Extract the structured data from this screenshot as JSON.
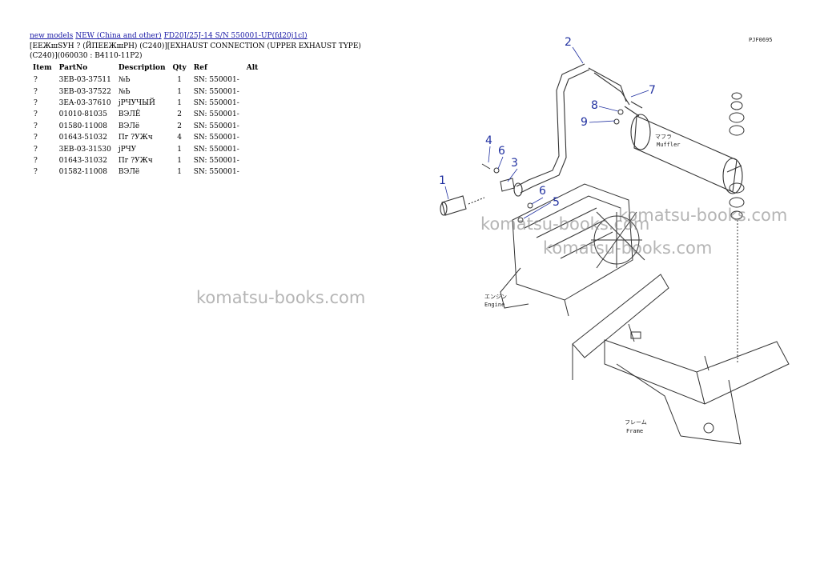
{
  "breadcrumb": {
    "links": [
      "new models",
      "NEW (China and other)",
      "FD20J/25J-14 S/N 550001-UP(fd20j1cl)"
    ]
  },
  "title_line1": "[ЕЕЖшSУН ? (ЙПЕЕЖшРН) (С240)][EXHAUST CONNECTION (UPPER EXHAUST TYPE)",
  "title_line2": "(C240)](060030 : B4110-11P2)",
  "table": {
    "headers": [
      "Item",
      "PartNo",
      "Description",
      "Qty",
      "Ref",
      "Alt"
    ],
    "rows": [
      {
        "item": "?",
        "part": "3EB-03-37511",
        "desc": "№Ь",
        "qty": "1",
        "ref": "SN: 550001-",
        "alt": ""
      },
      {
        "item": "?",
        "part": "3EB-03-37522",
        "desc": "№Ь",
        "qty": "1",
        "ref": "SN: 550001-",
        "alt": ""
      },
      {
        "item": "?",
        "part": "3EA-03-37610",
        "desc": "јРЧУЧЫЙ",
        "qty": "1",
        "ref": "SN: 550001-",
        "alt": ""
      },
      {
        "item": "?",
        "part": "01010-81035",
        "desc": "ВЭЛЁ",
        "qty": "2",
        "ref": "SN: 550001-",
        "alt": ""
      },
      {
        "item": "?",
        "part": "01580-11008",
        "desc": "ВЭЛё",
        "qty": "2",
        "ref": "SN: 550001-",
        "alt": ""
      },
      {
        "item": "?",
        "part": "01643-51032",
        "desc": "Пг ?УЖч",
        "qty": "4",
        "ref": "SN: 550001-",
        "alt": ""
      },
      {
        "item": "?",
        "part": "3EB-03-31530",
        "desc": "јРЧУ",
        "qty": "1",
        "ref": "SN: 550001-",
        "alt": ""
      },
      {
        "item": "?",
        "part": "01643-31032",
        "desc": "Пг ?УЖч",
        "qty": "1",
        "ref": "SN: 550001-",
        "alt": ""
      },
      {
        "item": "?",
        "part": "01582-11008",
        "desc": "ВЭЛё",
        "qty": "1",
        "ref": "SN: 550001-",
        "alt": ""
      }
    ]
  },
  "watermark": "komatsu-books.com",
  "diagram": {
    "drawing_code": "PJF0695",
    "callouts": [
      "1",
      "2",
      "3",
      "4",
      "5",
      "6",
      "6",
      "7",
      "8",
      "9"
    ],
    "labels": {
      "muffler_jp": "マフラ",
      "muffler": "Muffler",
      "engine_jp": "エンジン",
      "engine": "Engine",
      "frame_jp": "フレーム",
      "frame": "Frame"
    }
  }
}
